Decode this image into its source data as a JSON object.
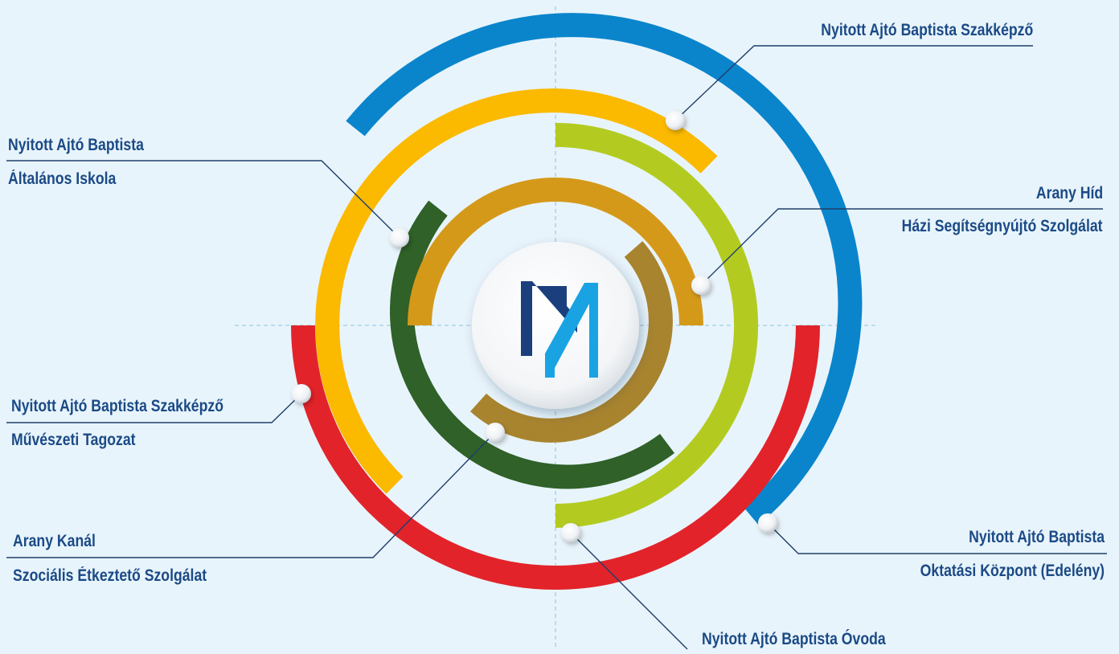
{
  "colors": {
    "background": "#e8f4fb",
    "label_text": "#1b4a86",
    "leader_line": "#1f3f6a",
    "crosshair": "#9fcde6",
    "blue": "#0a85cc",
    "yellow": "#fbb900",
    "lime": "#b3cb21",
    "red": "#e2232a",
    "dark_green": "#2f6128",
    "gold": "#d5991a",
    "bronze": "#a8842f",
    "logo_dark": "#1b3f7d",
    "logo_light": "#1aa3e3"
  },
  "logo": {
    "icon": "na-monogram-logo"
  },
  "labels": {
    "szakkepzo": {
      "line1": "Nyitott Ajtó Baptista Szakképző"
    },
    "altalanos": {
      "line1": "Nyitott Ajtó Baptista",
      "line2": "Általános Iskola"
    },
    "arany_hid": {
      "line1": "Arany Híd",
      "line2": "Házi Segítségnyújtó Szolgálat"
    },
    "muveszeti": {
      "line1": "Nyitott Ajtó Baptista Szakképző",
      "line2": "Művészeti Tagozat"
    },
    "arany_kanal": {
      "line1": "Arany Kanál",
      "line2": "Szociális Étkeztető Szolgálat"
    },
    "oktatasi": {
      "line1": "Nyitott Ajtó Baptista",
      "line2": "Oktatási Központ (Edelény)"
    },
    "ovoda": {
      "line1": "Nyitott Ajtó Baptista Óvoda"
    }
  }
}
